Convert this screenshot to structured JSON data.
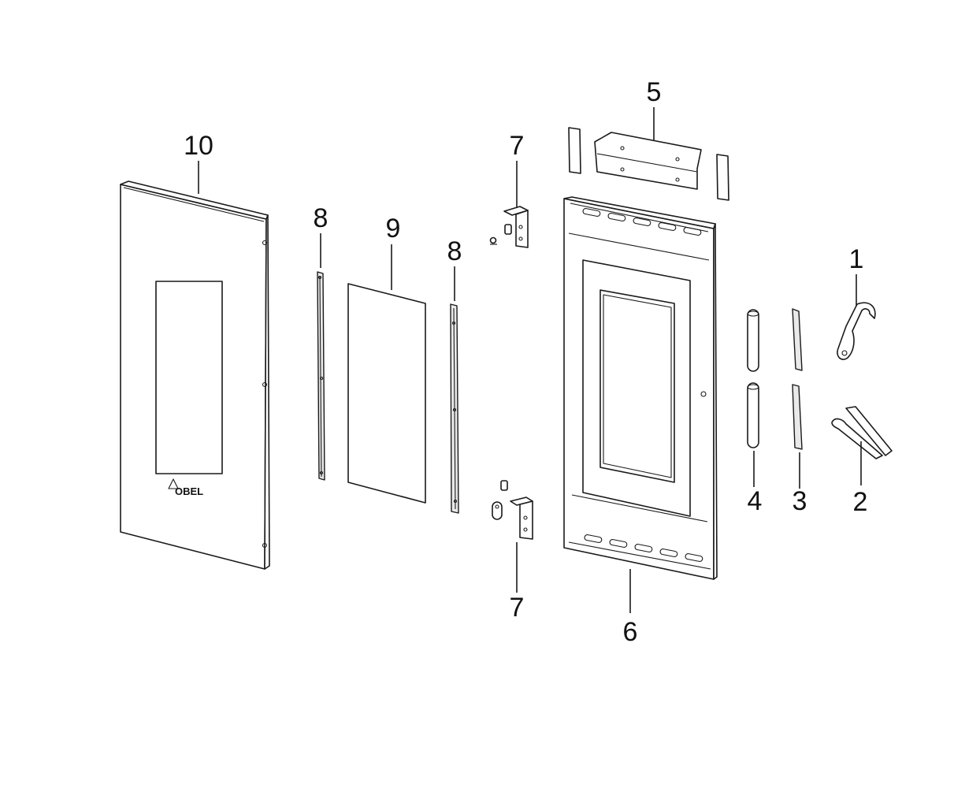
{
  "diagram": {
    "callouts": {
      "part_1": "1",
      "part_2": "2",
      "part_3": "3",
      "part_4": "4",
      "part_5": "5",
      "part_6": "6",
      "part_7_top": "7",
      "part_7_bottom": "7",
      "part_8_left": "8",
      "part_8_right": "8",
      "part_9": "9",
      "part_10": "10"
    },
    "logo_text": "OBEL"
  }
}
